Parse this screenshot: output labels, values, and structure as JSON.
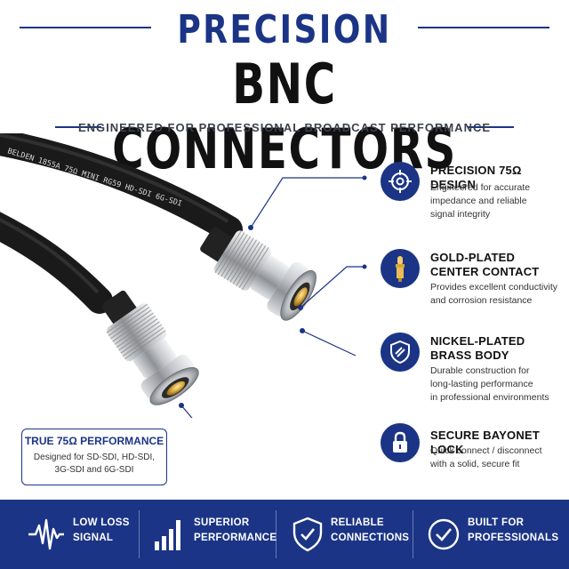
{
  "header": {
    "title_top": "PRECISION",
    "title_main": "BNC CONNECTORS",
    "subtitle": "ENGINEERED FOR PROFESSIONAL BROADCAST PERFORMANCE"
  },
  "cable": {
    "print": "BELDEN 1855A 75Ω MINI RG59 HD-SDI 6G-SDI"
  },
  "features": [
    {
      "icon": "target-icon",
      "title_line1": "PRECISION 75Ω DESIGN",
      "title_line2": "",
      "desc_line1": "Engineered for accurate",
      "desc_line2": "impedance and reliable",
      "desc_line3": "signal integrity"
    },
    {
      "icon": "gold-pin-icon",
      "title_line1": "GOLD-PLATED",
      "title_line2": "CENTER CONTACT",
      "desc_line1": "Provides excellent conductivity",
      "desc_line2": "and corrosion resistance",
      "desc_line3": ""
    },
    {
      "icon": "shield-icon",
      "title_line1": "NICKEL-PLATED",
      "title_line2": "BRASS BODY",
      "desc_line1": "Durable construction for",
      "desc_line2": "long-lasting performance",
      "desc_line3": "in professional environments"
    },
    {
      "icon": "lock-icon",
      "title_line1": "SECURE BAYONET LOCK",
      "title_line2": "",
      "desc_line1": "Quick connect / disconnect",
      "desc_line2": "with a solid, secure fit",
      "desc_line3": ""
    }
  ],
  "performance_box": {
    "title": "TRUE 75Ω PERFORMANCE",
    "desc_line1": "Designed for SD-SDI, HD-SDI,",
    "desc_line2": "3G-SDI and 6G-SDI"
  },
  "bottom_bar": [
    {
      "icon": "waveform-icon",
      "line1": "LOW LOSS",
      "line2": "SIGNAL"
    },
    {
      "icon": "signal-bars-icon",
      "line1": "SUPERIOR",
      "line2": "PERFORMANCE"
    },
    {
      "icon": "shield-check-icon",
      "line1": "RELIABLE",
      "line2": "CONNECTIONS"
    },
    {
      "icon": "check-circle-icon",
      "line1": "BUILT FOR",
      "line2": "PROFESSIONALS"
    }
  ],
  "colors": {
    "brand_navy": "#1b3486",
    "heading_black": "#111111",
    "gold": "#c9982e",
    "nickel": "#c7c9cc"
  }
}
